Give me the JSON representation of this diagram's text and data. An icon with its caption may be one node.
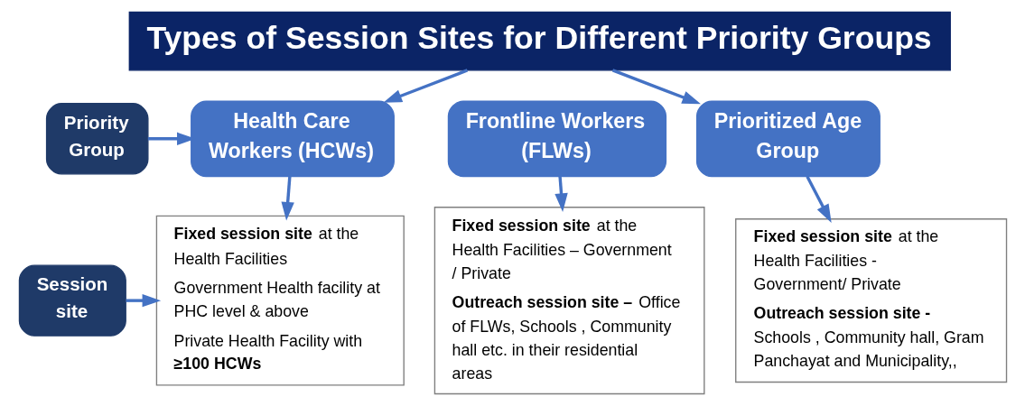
{
  "diagram": {
    "nodes": [
      {
        "text": [
          "Types of Session Sites for Different Priority Groups"
        ]
      },
      {
        "text": [
          "Priority Group"
        ]
      },
      {
        "text": [
          "Health Care Workers (HCWs)"
        ]
      },
      {
        "text": [
          "Frontline Workers (FLWs)"
        ]
      },
      {
        "text": [
          "Prioritized Age Group"
        ]
      },
      {
        "text": [
          "Session site"
        ]
      },
      {
        "text": [
          "**Fixed session site** at the Health Facilities",
          "Government Health facility at PHC level & above",
          "Private Health Facility with **≥100 HCWs**"
        ]
      },
      {
        "text": [
          "**Fixed session site** at the Health Facilities – Government / Private",
          "**Outreach session site –** Office of FLWs, Schools , Community hall etc. in their residential areas"
        ]
      },
      {
        "text": [
          "**Fixed session site** at the Health Facilities - Government/ Private",
          "**Outreach session site -** Schools , Community hall, Gram Panchayat and Municipality,,"
        ]
      }
    ],
    "edges": [
      {
        "from": 0,
        "to": 2,
        "arrow": "to"
      },
      {
        "from": 0,
        "to": 4,
        "arrow": "to"
      },
      {
        "from": 1,
        "to": 2,
        "arrow": "to"
      },
      {
        "from": 2,
        "to": 6,
        "arrow": "to"
      },
      {
        "from": 3,
        "to": 7,
        "arrow": "to"
      },
      {
        "from": 4,
        "to": 8,
        "arrow": "to"
      },
      {
        "from": 5,
        "to": 6,
        "arrow": "to"
      }
    ]
  }
}
